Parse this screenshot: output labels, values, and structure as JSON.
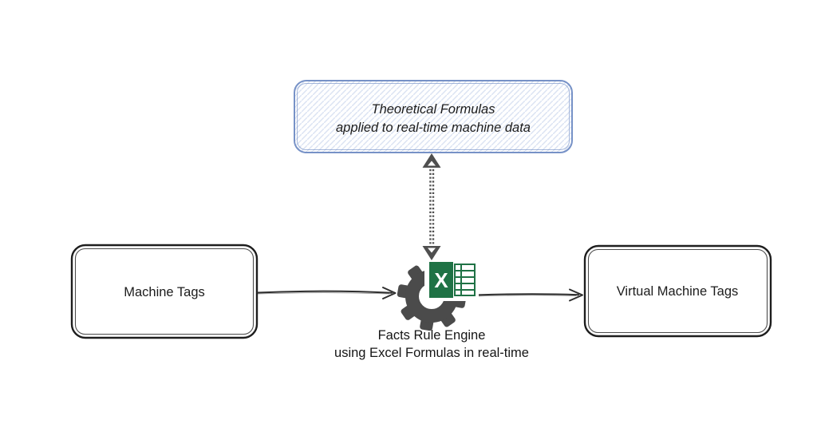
{
  "diagram": {
    "top_box": {
      "line1": "Theoretical Formulas",
      "line2": "applied to real-time machine data"
    },
    "left_box": {
      "label": "Machine Tags"
    },
    "right_box": {
      "label": "Virtual Machine Tags"
    },
    "engine": {
      "caption_line1": "Facts Rule Engine",
      "caption_line2": "using Excel Formulas in real-time",
      "excel_letter": "X"
    },
    "icons": {
      "gear": "gear-shape-dark-gray",
      "excel": "excel-x-spreadsheet-logo",
      "vertical_link": "dotted-double-headed-arrow"
    },
    "colors": {
      "blue_border": "#7792c7",
      "blue_hatch": "#dbe3f3",
      "black_border": "#1e1e1e",
      "gear_gray": "#4b4b4b",
      "excel_green": "#1f7245",
      "arrow_dark": "#2e2e2e",
      "dotted_arrow_gray": "#4f4f4f",
      "background": "#ffffff"
    }
  }
}
